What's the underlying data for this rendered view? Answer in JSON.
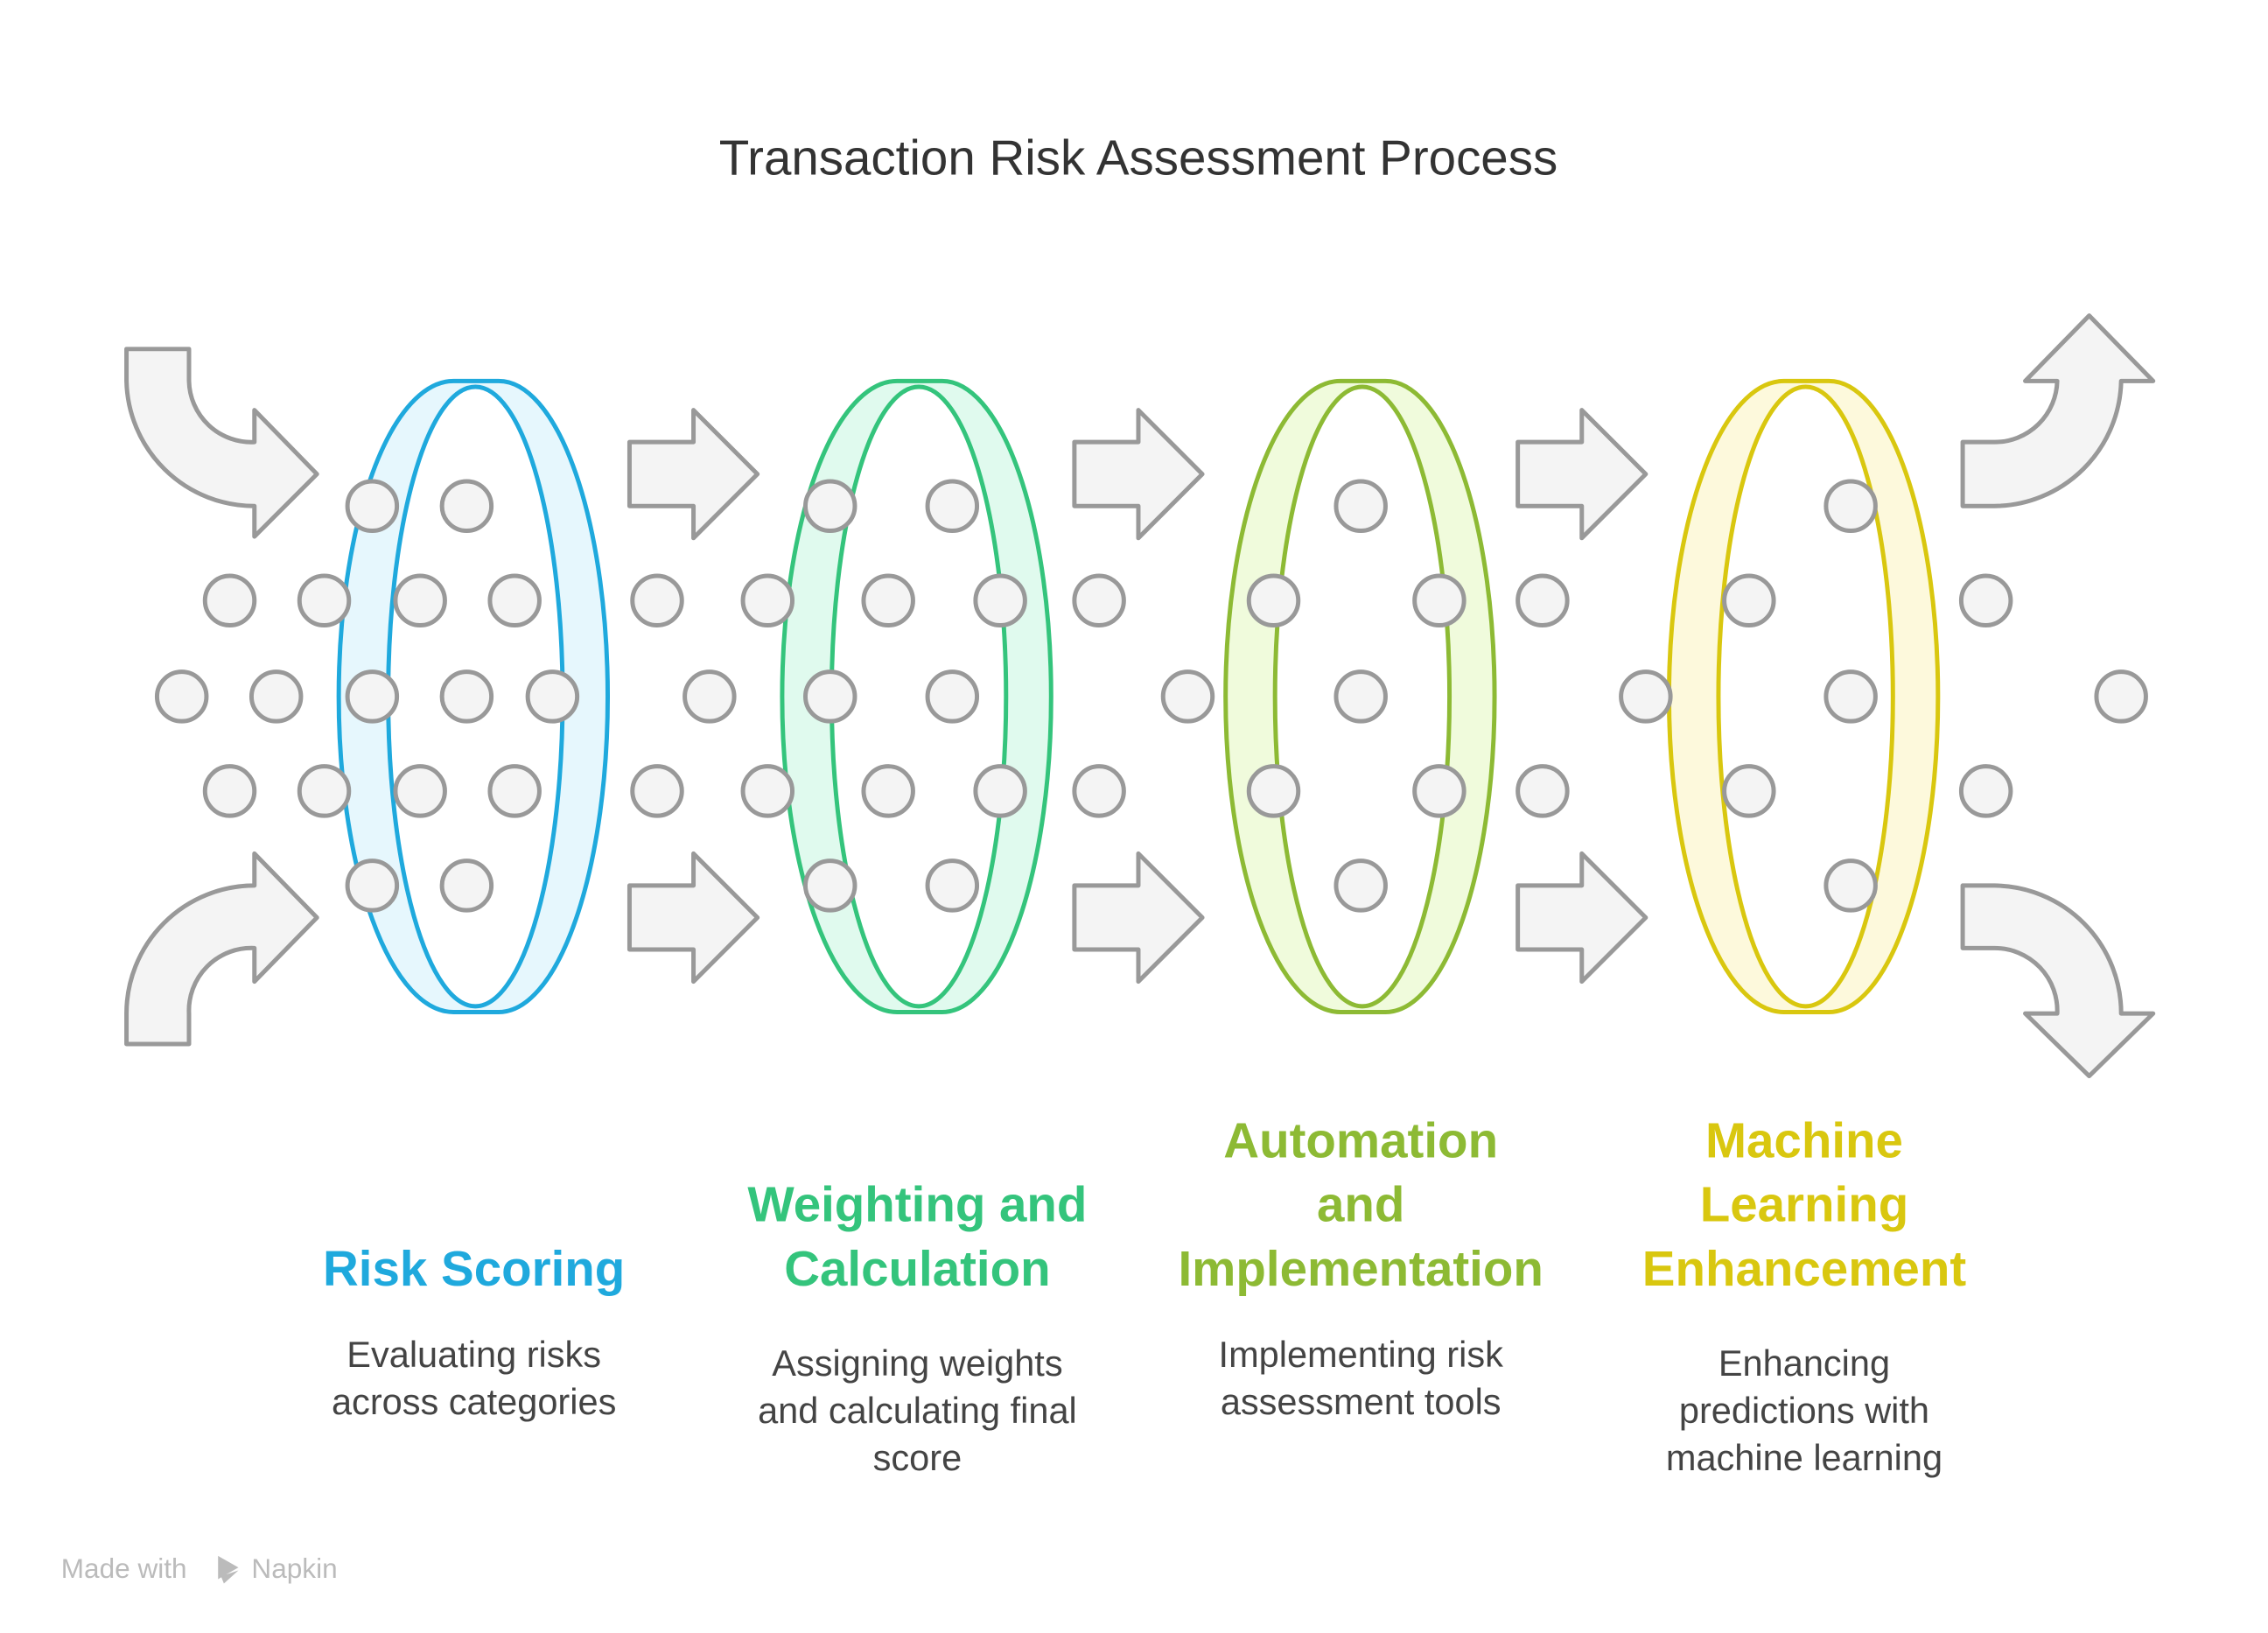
{
  "title": "Transaction Risk Assessment Process",
  "stages": [
    {
      "heading": [
        "Risk Scoring"
      ],
      "description": [
        "Evaluating risks",
        "across categories"
      ],
      "color": "#1fa9dd",
      "fill": "#e6f7fd"
    },
    {
      "heading": [
        "Weighting and",
        "Calculation"
      ],
      "description": [
        "Assigning weights",
        "and calculating final",
        "score"
      ],
      "color": "#34c47c",
      "fill": "#e0faee"
    },
    {
      "heading": [
        "Automation",
        "and",
        "Implementation"
      ],
      "description": [
        "Implementing risk",
        "assessment tools"
      ],
      "color": "#8dba34",
      "fill": "#f0fbdc"
    },
    {
      "heading": [
        "Machine",
        "Learning",
        "Enhancement"
      ],
      "description": [
        "Enhancing",
        "predictions with",
        "machine learning"
      ],
      "color": "#d9c70f",
      "fill": "#fdf9dc"
    }
  ],
  "footer": {
    "prefix": "Made with",
    "brand": "Napkin"
  }
}
